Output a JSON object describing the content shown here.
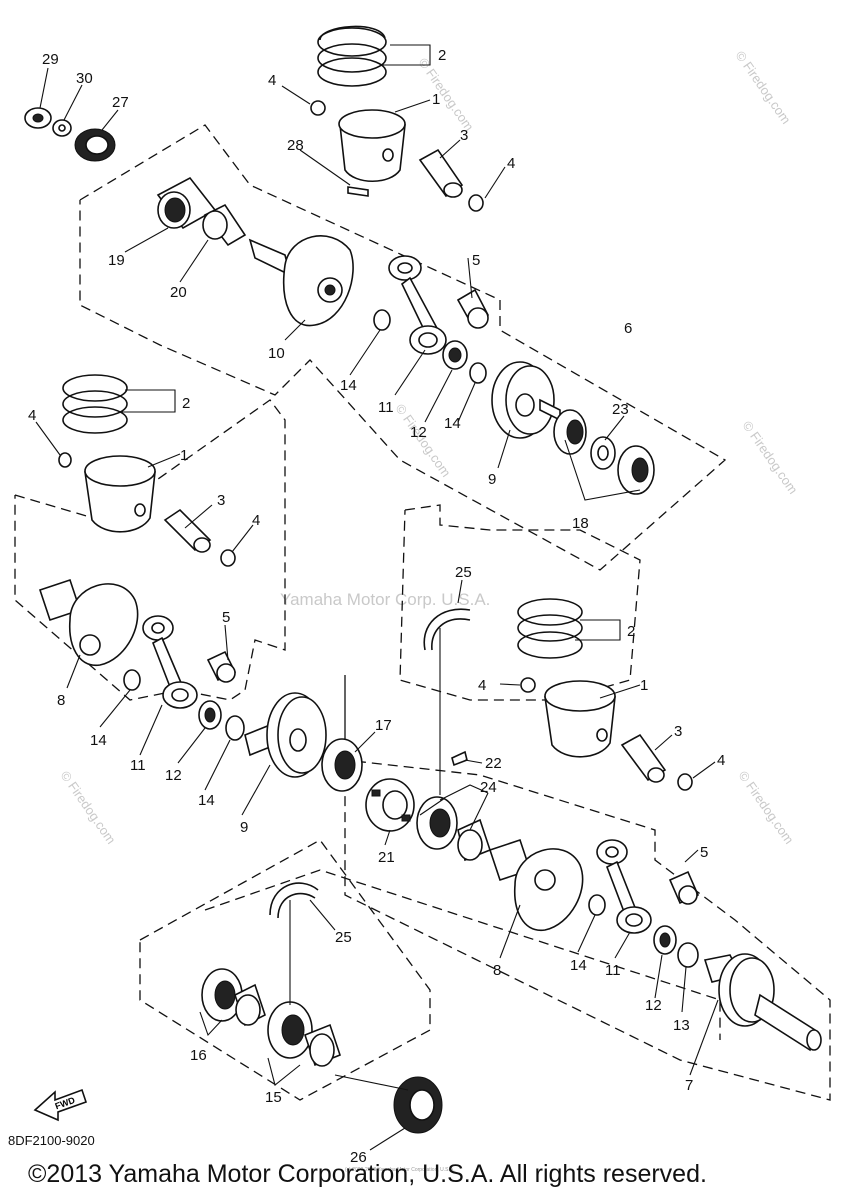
{
  "diagram": {
    "drawing_code": "8DF2100-9020",
    "copyright": "©2013 Yamaha Motor Corporation, U.S.A. All rights reserved.",
    "tiny_notice": "(c) 2000-2013 Yamaha Motor Corporation, U.S.A.",
    "watermark_center": "Yamaha Motor Corp. U.S.A.",
    "watermark_site": "© Firedog.com",
    "fwd_label": "FWD"
  },
  "callouts": [
    "1",
    "2",
    "3",
    "4",
    "5",
    "6",
    "7",
    "8",
    "9",
    "10",
    "11",
    "12",
    "13",
    "14",
    "15",
    "16",
    "17",
    "18",
    "19",
    "20",
    "21",
    "22",
    "23",
    "24",
    "25",
    "26",
    "27",
    "28",
    "29",
    "30"
  ]
}
